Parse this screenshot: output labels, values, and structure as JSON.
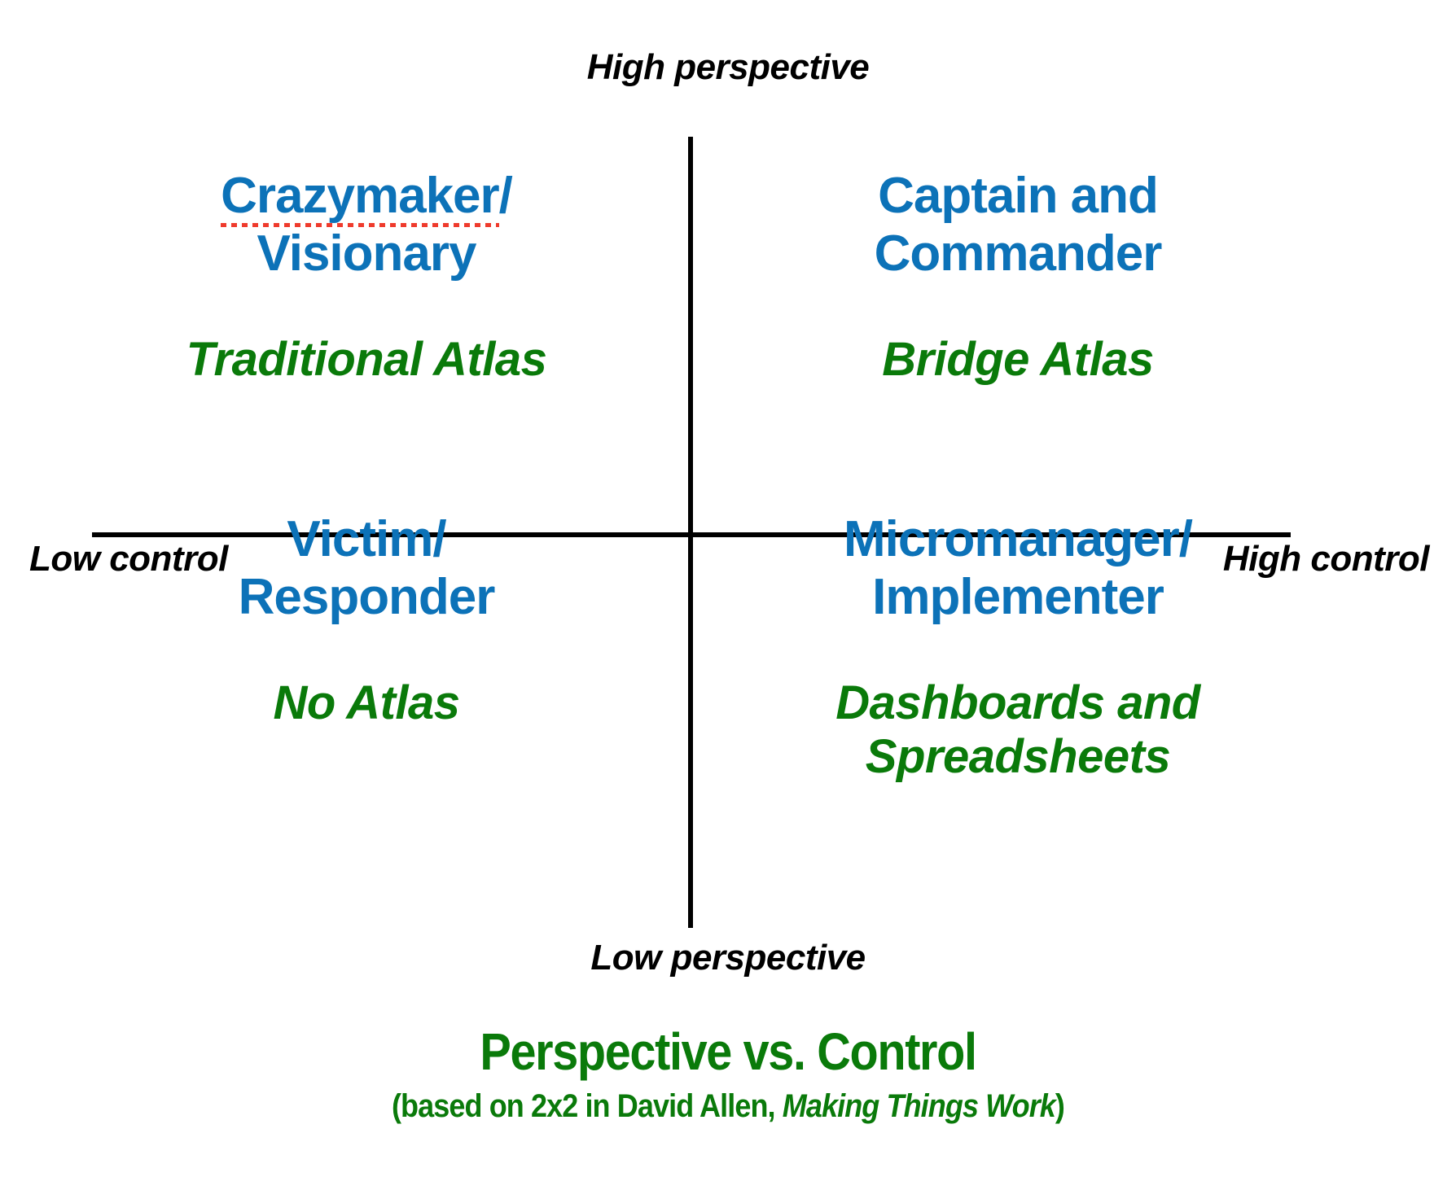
{
  "axes": {
    "top_label": "High perspective",
    "bottom_label": "Low perspective",
    "left_label": "Low control",
    "right_label": "High control"
  },
  "quadrants": {
    "top_left": {
      "role_misspelled": "Crazymaker",
      "role_rest": "/",
      "role_line2": "Visionary",
      "artifact": "Traditional Atlas"
    },
    "top_right": {
      "role_line1": "Captain and",
      "role_line2": "Commander",
      "artifact": "Bridge Atlas"
    },
    "bottom_left": {
      "role_line1": "Victim/",
      "role_line2": "Responder",
      "artifact": "No Atlas"
    },
    "bottom_right": {
      "role_line1": "Micromanager/",
      "role_line2": "Implementer",
      "artifact_line1": "Dashboards and",
      "artifact_line2": "Spreadsheets"
    }
  },
  "caption": {
    "title": "Perspective vs. Control",
    "sub_prefix": "(based on 2x2 in David Allen, ",
    "sub_book": "Making Things Work",
    "sub_suffix": ")"
  },
  "colors": {
    "role_blue": "#0c72b8",
    "artifact_green": "#0a7a0a",
    "axis_black": "#000000",
    "spellcheck_red": "#ef3b2d",
    "background": "#ffffff"
  }
}
